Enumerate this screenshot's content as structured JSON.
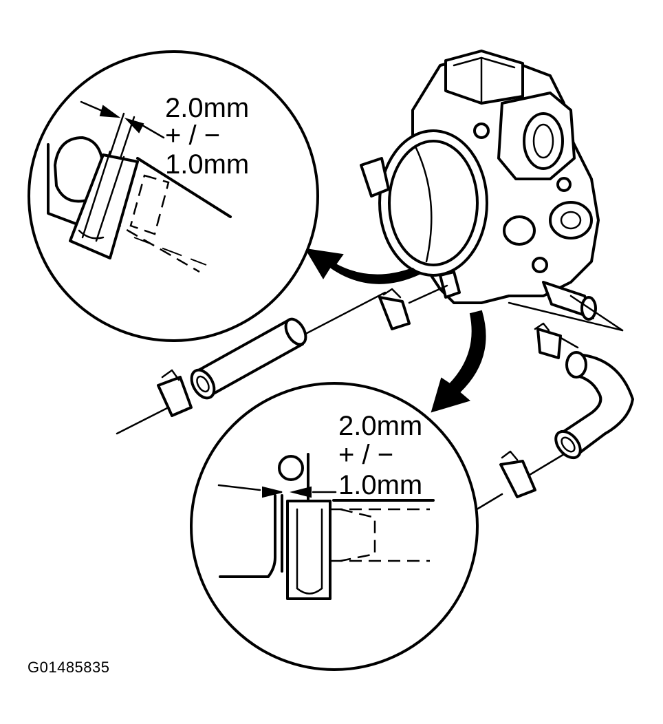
{
  "callout_upper": {
    "line1": "2.0mm",
    "line2": "+ / −",
    "line3": "1.0mm"
  },
  "callout_lower": {
    "line1": "2.0mm",
    "line2": "+ / −",
    "line3": "1.0mm"
  },
  "figure_code": "G01485835"
}
